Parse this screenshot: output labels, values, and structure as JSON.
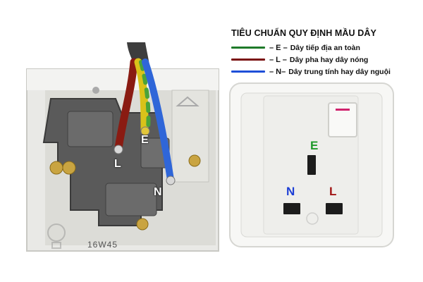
{
  "legend": {
    "title": "TIÊU CHUẨN QUY ĐỊNH MẦU DÂY",
    "items": [
      {
        "code": "– E –",
        "text": "Dây tiếp địa an toàn",
        "color": "#1f7a2a"
      },
      {
        "code": "– L –",
        "text": "Dây pha hay dây nóng",
        "color": "#7a1010"
      },
      {
        "code": "– N–",
        "text": "Dây trung tính hay dây nguội",
        "color": "#1e4fd8"
      }
    ]
  },
  "left_socket": {
    "labels": {
      "E": "E",
      "L": "L",
      "N": "N"
    },
    "model": "16W45"
  },
  "right_socket": {
    "labels": {
      "E": "E",
      "N": "N",
      "L": "L"
    },
    "colors": {
      "E": "#1f9a2a",
      "N": "#1d3fd6",
      "L": "#a11515",
      "switch_indicator": "#d0246d"
    }
  }
}
